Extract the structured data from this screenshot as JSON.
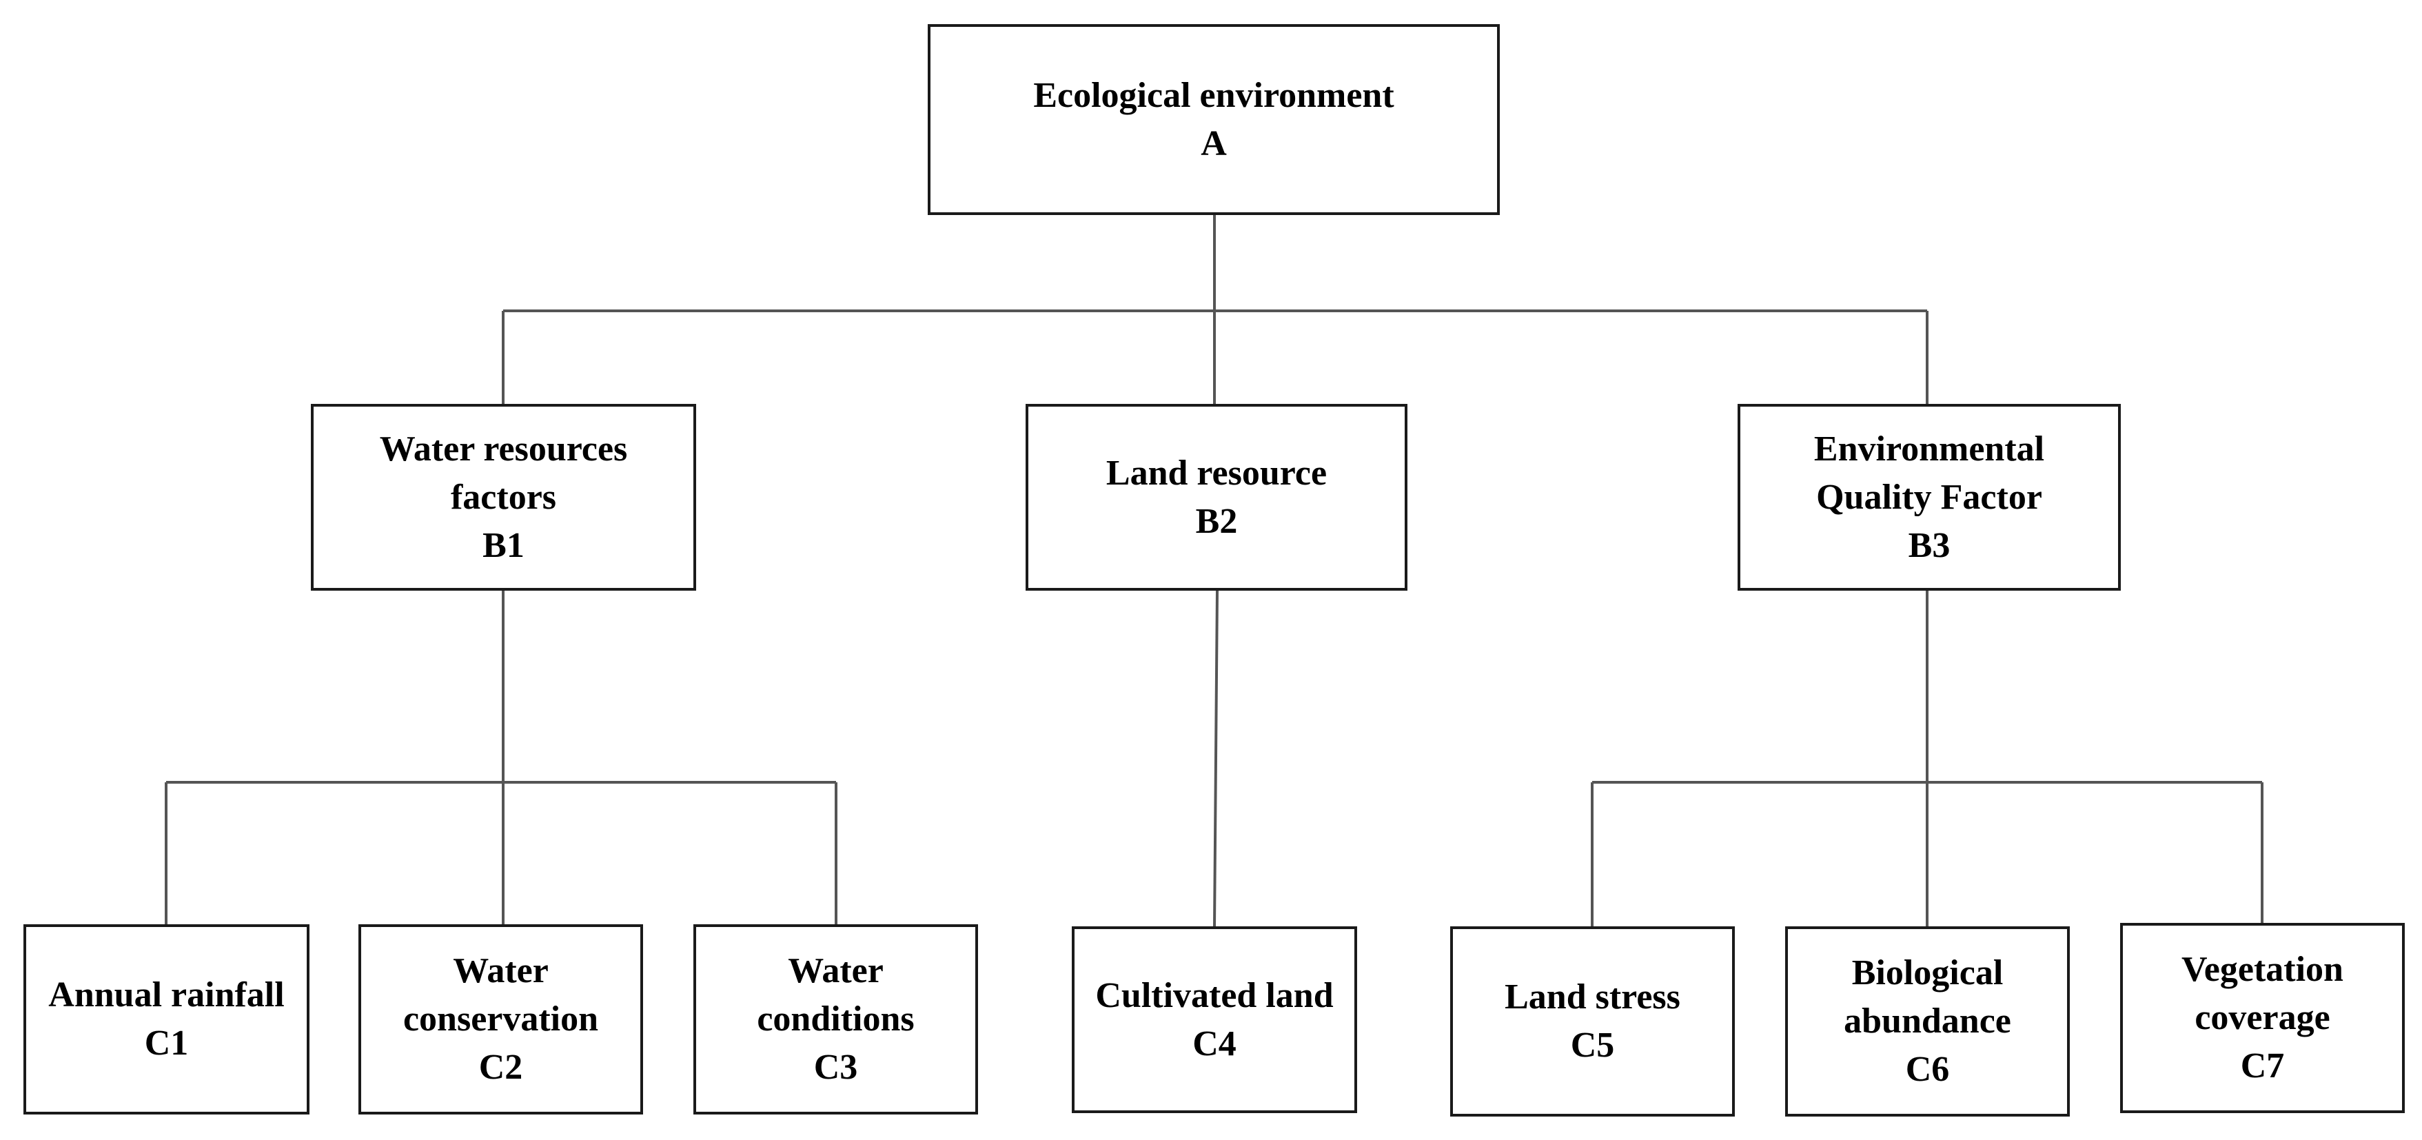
{
  "root": {
    "lines": [
      "Ecological environment",
      "A"
    ]
  },
  "criteria": [
    {
      "lines": [
        "Water resources",
        "factors",
        "B1"
      ]
    },
    {
      "lines": [
        "Land resource",
        "B2"
      ]
    },
    {
      "lines": [
        "Environmental",
        "Quality Factor",
        "B3"
      ]
    }
  ],
  "indicators": [
    {
      "lines": [
        "Annual rainfall",
        "C1"
      ]
    },
    {
      "lines": [
        "Water",
        "conservation",
        "C2"
      ]
    },
    {
      "lines": [
        "Water",
        "conditions",
        "C3"
      ]
    },
    {
      "lines": [
        "Cultivated land",
        "C4"
      ]
    },
    {
      "lines": [
        "Land stress",
        "C5"
      ]
    },
    {
      "lines": [
        "Biological",
        "abundance",
        "C6"
      ]
    },
    {
      "lines": [
        "Vegetation",
        "coverage",
        "C7"
      ]
    }
  ],
  "colors": {
    "connector": "#555555",
    "border": "#1a1a1a"
  }
}
